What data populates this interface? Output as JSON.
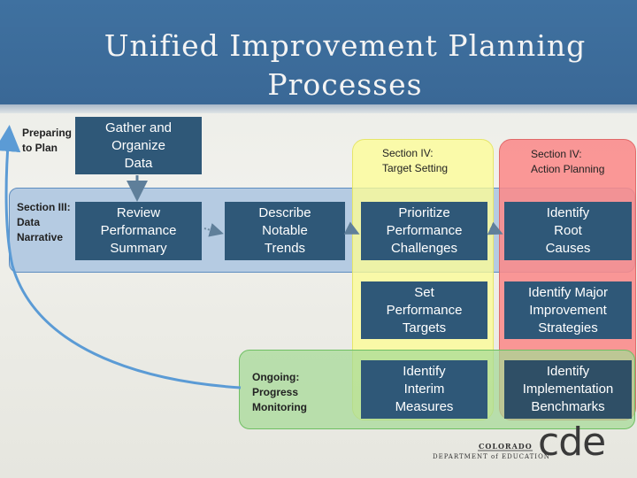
{
  "title": {
    "line1": "Unified Improvement Planning",
    "line2": "Processes"
  },
  "labels": {
    "preparing": {
      "line1": "Preparing",
      "line2": "to Plan"
    },
    "section3": {
      "line1": "Section III:",
      "line2": "Data",
      "line3": "Narrative"
    },
    "target": {
      "line1": "Section IV:",
      "line2": "Target Setting"
    },
    "action": {
      "line1": "Section IV:",
      "line2": "Action Planning"
    },
    "ongoing": {
      "line1": "Ongoing:",
      "line2": "Progress",
      "line3": "Monitoring"
    }
  },
  "boxes": {
    "gather": {
      "line1": "Gather and",
      "line2": "Organize",
      "line3": "Data"
    },
    "review": {
      "line1": "Review",
      "line2": "Performance",
      "line3": "Summary"
    },
    "describe": {
      "line1": "Describe",
      "line2": "Notable",
      "line3": "Trends"
    },
    "prioritize": {
      "line1": "Prioritize",
      "line2": "Performance",
      "line3": "Challenges"
    },
    "root": {
      "line1": "Identify",
      "line2": "Root",
      "line3": "Causes"
    },
    "set_targets": {
      "line1": "Set",
      "line2": "Performance",
      "line3": "Targets"
    },
    "strategies": {
      "line1": "Identify Major",
      "line2": "Improvement",
      "line3": "Strategies"
    },
    "interim": {
      "line1": "Identify",
      "line2": "Interim",
      "line3": "Measures"
    },
    "benchmarks": {
      "line1": "Identify",
      "line2": "Implementation",
      "line3": "Benchmarks"
    }
  },
  "logo": {
    "colorado": "COLORADO",
    "department": "DEPARTMENT of EDUCATION",
    "mark": "cde"
  }
}
